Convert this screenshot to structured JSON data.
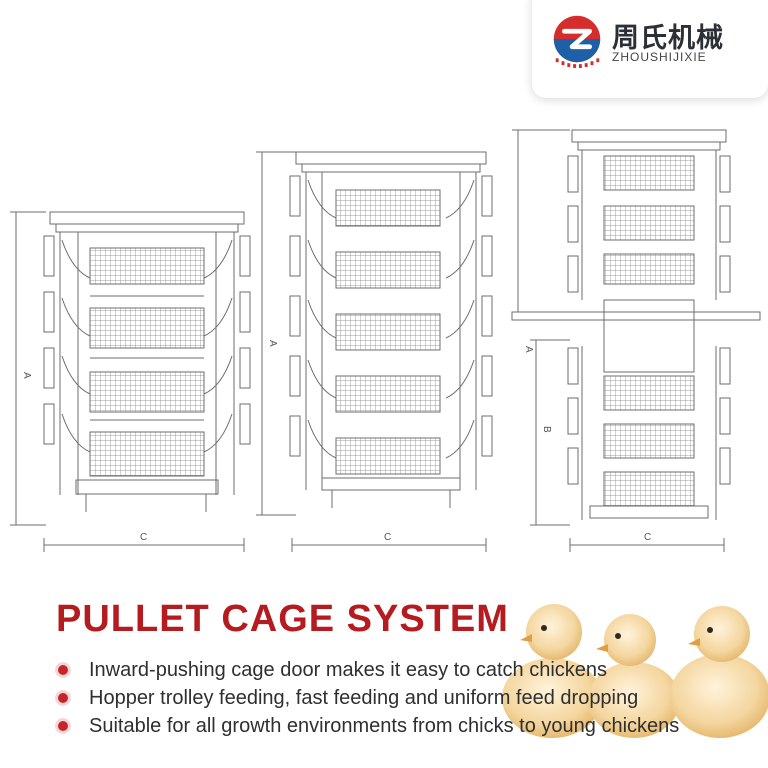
{
  "brand": {
    "name_cn": "周氏机械",
    "name_en": "ZHOUSHIJIXIE",
    "colors": {
      "red": "#d42d2b",
      "blue": "#1f5fa8"
    },
    "logo_icon": "gear-z-logo-icon"
  },
  "drawings": {
    "dimension_labels": {
      "left": {
        "height": "A",
        "width": "C"
      },
      "middle": {
        "height": "A",
        "width": "C"
      },
      "right": {
        "height_top": "A",
        "height_bottom": "B",
        "width": "C"
      }
    }
  },
  "title": "PULLET CAGE SYSTEM",
  "features": [
    "Inward-pushing cage door makes it easy to catch chickens",
    "Hopper trolley feeding, fast feeding and uniform feed dropping",
    "Suitable for all growth environments from chicks to young chickens"
  ],
  "accent_color": "#b51c20",
  "decor": {
    "chicks_icon": "baby-chicks-illustration"
  }
}
